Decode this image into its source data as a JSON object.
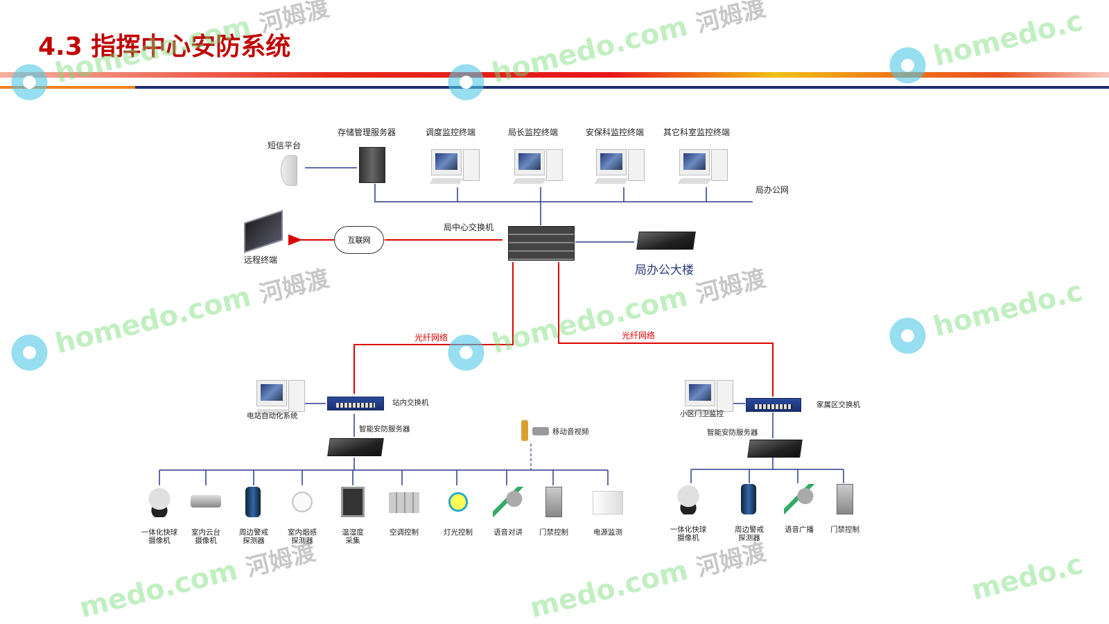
{
  "title": "4.3 指挥中心安防系统",
  "watermark": {
    "brand": "homedo.com",
    "cn": "河姆渡"
  },
  "top": {
    "sms": "短信平台",
    "storage": "存储管理服务器",
    "terminals": [
      "调度监控终端",
      "局长监控终端",
      "安保科监控终端",
      "其它科室监控终端"
    ],
    "office_net": "局办公网",
    "remote": "远程终端",
    "internet": "互联网",
    "core_switch": "局中心交换机",
    "office_building": "局办公大楼"
  },
  "fiber": [
    "光纤网络",
    "光纤网络"
  ],
  "left": {
    "pc": "电站自动化系统",
    "switch": "站内交换机",
    "server": "智能安防服务器",
    "mobile": "移动音视频",
    "devices": [
      {
        "type": "cam-dome",
        "label": "一体化快球\n摄像机"
      },
      {
        "type": "cam-box",
        "label": "室内云台\n摄像机"
      },
      {
        "type": "detector",
        "label": "周边警戒\n探测器"
      },
      {
        "type": "smoke",
        "label": "室内烟感\n探测器"
      },
      {
        "type": "hygro",
        "label": "温湿度\n采集"
      },
      {
        "type": "ac",
        "label": "空调控制"
      },
      {
        "type": "bulb",
        "label": "灯光控制"
      },
      {
        "type": "mic",
        "label": "语音对讲"
      },
      {
        "type": "door",
        "label": "门禁控制"
      },
      {
        "type": "ups",
        "label": "电源监测"
      }
    ]
  },
  "right": {
    "pc": "小区门卫监控",
    "switch": "家属区交换机",
    "server": "智能安防服务器",
    "devices": [
      {
        "type": "cam-dome",
        "label": "一体化快球\n摄像机"
      },
      {
        "type": "detector",
        "label": "周边警戒\n探测器"
      },
      {
        "type": "mic",
        "label": "语音广播"
      },
      {
        "type": "door",
        "label": "门禁控制"
      }
    ]
  },
  "colors": {
    "title": "#c00000",
    "bus": "#2a3a8a",
    "fiber": "#d00000"
  }
}
